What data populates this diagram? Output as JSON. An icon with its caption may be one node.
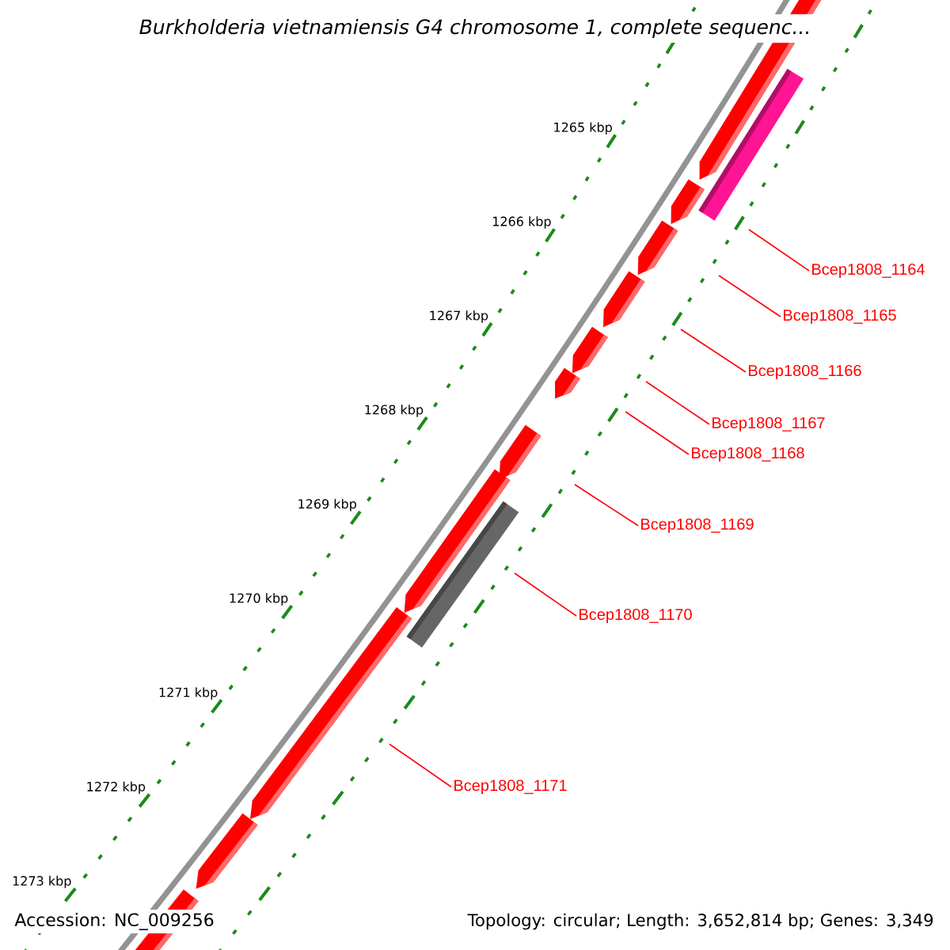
{
  "diagram": {
    "title": "Burkholderia vietnamiensis G4 chromosome 1, complete sequenc...",
    "nodes": [
      {
        "text": [
          "Bcep1808_1164"
        ]
      },
      {
        "text": [
          "Bcep1808_1165"
        ]
      },
      {
        "text": [
          "Bcep1808_1166"
        ]
      },
      {
        "text": [
          "Bcep1808_1167"
        ]
      },
      {
        "text": [
          "Bcep1808_1168"
        ]
      },
      {
        "text": [
          "Bcep1808_1169"
        ]
      },
      {
        "text": [
          "Bcep1808_1170"
        ]
      },
      {
        "text": [
          "Bcep1808_1171"
        ]
      }
    ],
    "edges": [
      {
        "from": 0,
        "to": null,
        "arrow": "none"
      },
      {
        "from": 1,
        "to": null,
        "arrow": "none"
      },
      {
        "from": 2,
        "to": null,
        "arrow": "none"
      },
      {
        "from": 3,
        "to": null,
        "arrow": "none"
      },
      {
        "from": 4,
        "to": null,
        "arrow": "none"
      },
      {
        "from": 5,
        "to": null,
        "arrow": "none"
      },
      {
        "from": 6,
        "to": null,
        "arrow": "none"
      },
      {
        "from": 7,
        "to": null,
        "arrow": "none"
      }
    ],
    "labels": [
      "1265 kbp",
      "1266 kbp",
      "1267 kbp",
      "1268 kbp",
      "1269 kbp",
      "1270 kbp",
      "1271 kbp",
      "1272 kbp",
      "1273 kbp",
      "Accession: NC_009256",
      "Topology: circular; Length: 3,652,814 bp; Genes: 3,349"
    ]
  }
}
